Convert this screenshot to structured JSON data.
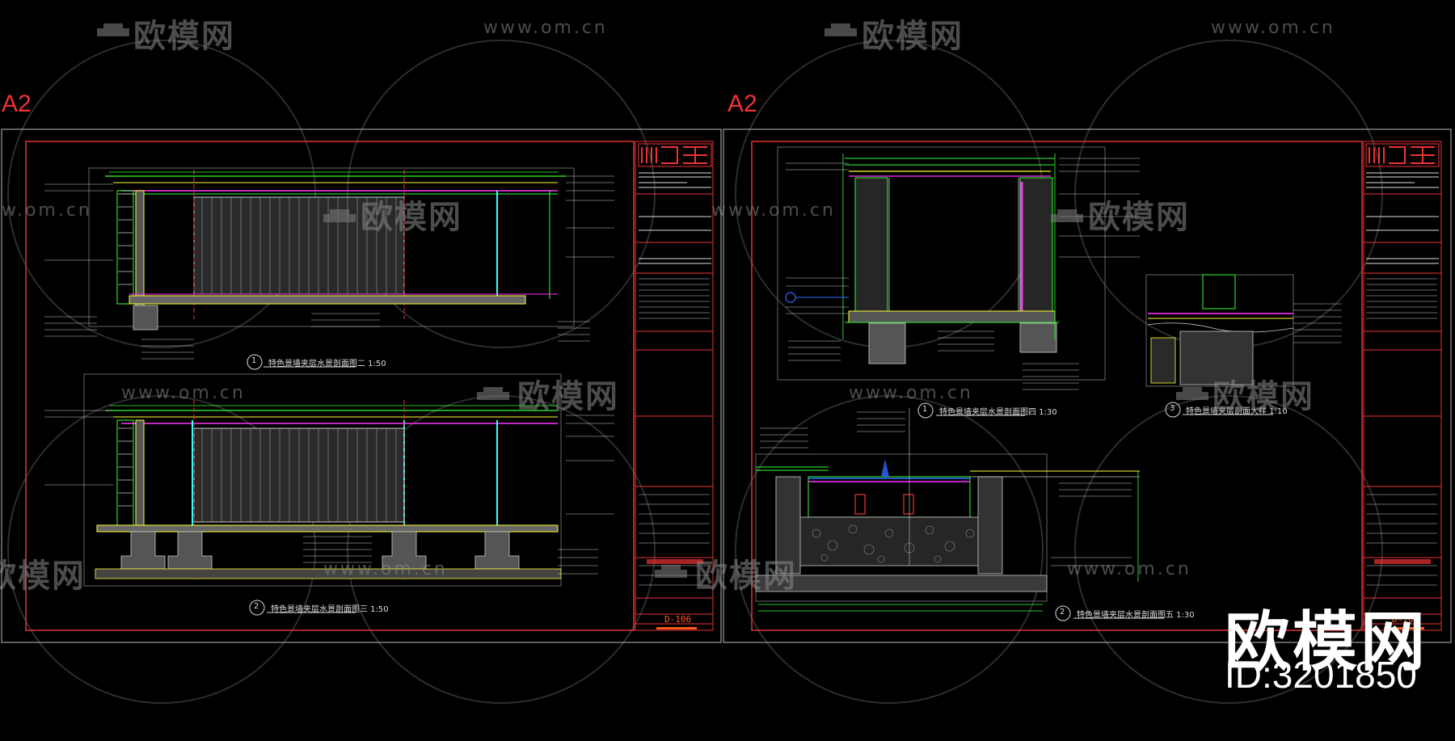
{
  "sheets": [
    {
      "size_label": "A2",
      "drawings": [
        {
          "number": "1",
          "title": "特色景墙夹层水景剖面图二  1:50"
        },
        {
          "number": "2",
          "title": "特色景墙夹层水景剖面图三  1:50"
        }
      ],
      "sheet_number": "D-106"
    },
    {
      "size_label": "A2",
      "drawings": [
        {
          "number": "1",
          "title": "特色景墙夹层水景剖面图四  1:30"
        },
        {
          "number": "3",
          "title": "特色景墙夹层剖面大样  1:10"
        },
        {
          "number": "2",
          "title": "特色景墙夹层水景剖面图五  1:30"
        }
      ],
      "sheet_number": "D-107"
    }
  ],
  "watermark": {
    "logo_text": "欧模网",
    "url_text": "www.om.cn"
  },
  "corner_brand": {
    "logo_text": "欧模网",
    "id_text": "ID:3201850"
  },
  "colors": {
    "background": "#000000",
    "frame_red": "#e33333",
    "cad_green": "#33ff33",
    "cad_yellow": "#ffff33",
    "cad_cyan": "#33ffff",
    "cad_magenta": "#ff33ff",
    "watermark_gray": "#8a8a8a"
  }
}
